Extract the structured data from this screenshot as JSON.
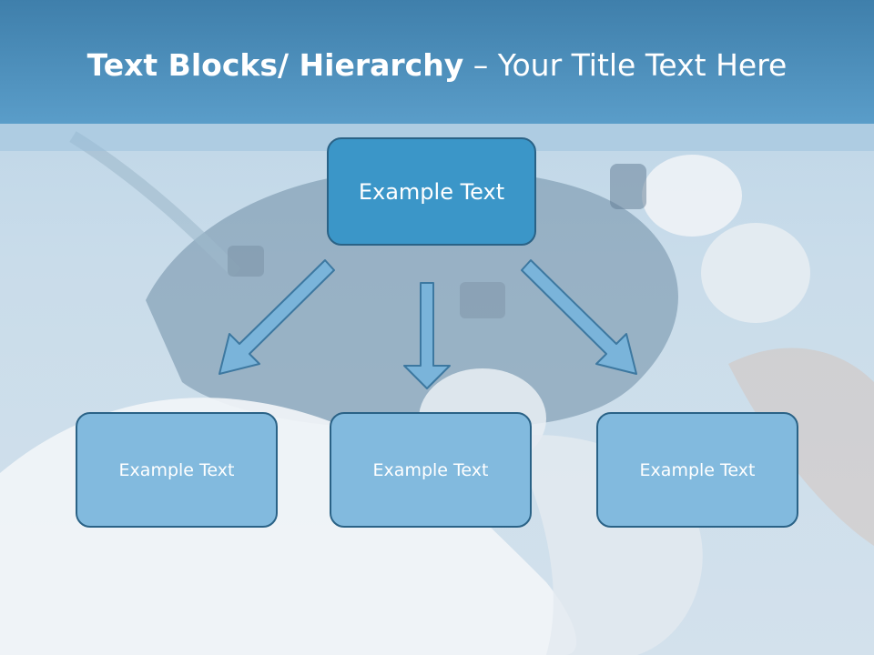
{
  "slide": {
    "title_bold": "Text Blocks/ Hierarchy",
    "title_dash": " – ",
    "title_rest": "Your Title Text Here"
  },
  "diagram": {
    "top": {
      "label": "Example Text"
    },
    "children": [
      {
        "label": "Example Text"
      },
      {
        "label": "Example Text"
      },
      {
        "label": "Example Text"
      }
    ]
  },
  "colors": {
    "title_bar": "#4a8ab8",
    "top_box": "#3b96c8",
    "child_box": "#82bade",
    "box_border": "#2a6286",
    "arrow_fill": "#7ab4da"
  },
  "background_icon": "medical-endoscope-hand-photo"
}
